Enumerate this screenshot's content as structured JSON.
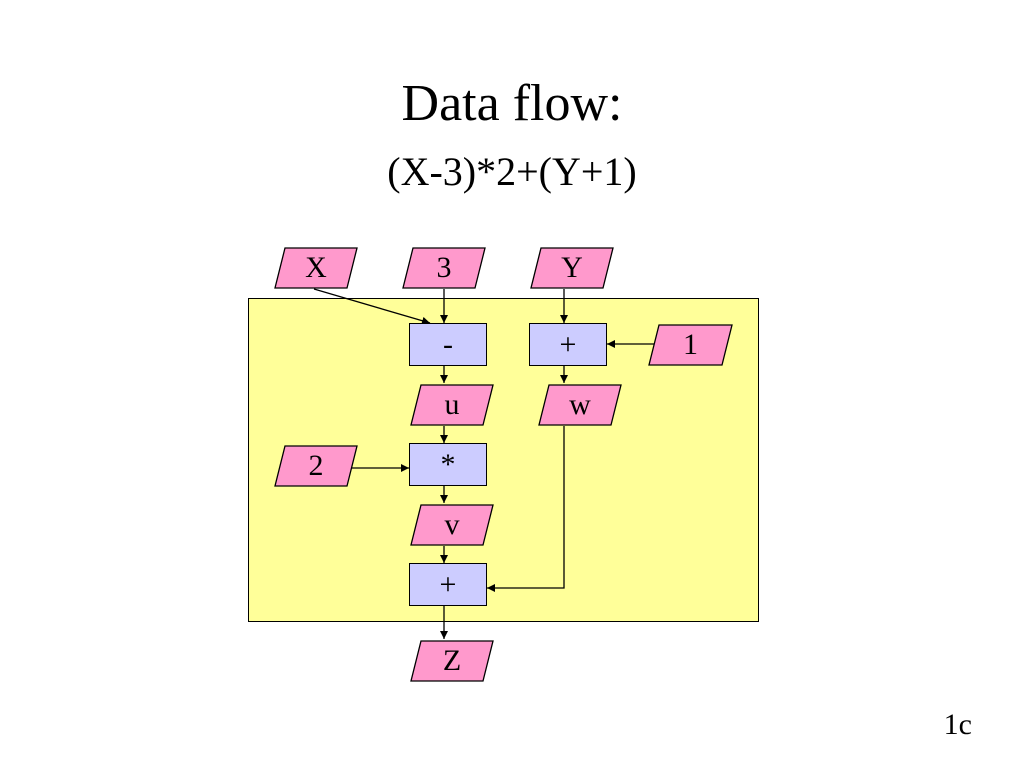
{
  "slide": {
    "title": "Data flow:",
    "subtitle": "(X-3)*2+(Y+1)",
    "number": "1c"
  },
  "diagram": {
    "data_nodes": {
      "x": "X",
      "three": "3",
      "y": "Y",
      "one": "1",
      "u": "u",
      "w": "w",
      "two": "2",
      "v": "v",
      "z": "Z"
    },
    "operators": {
      "minus": "-",
      "plus_w": "+",
      "times": "*",
      "plus_z": "+"
    },
    "colors": {
      "data_fill": "#ff99cc",
      "operator_fill": "#ccccff",
      "region_fill": "#ffff99"
    }
  }
}
